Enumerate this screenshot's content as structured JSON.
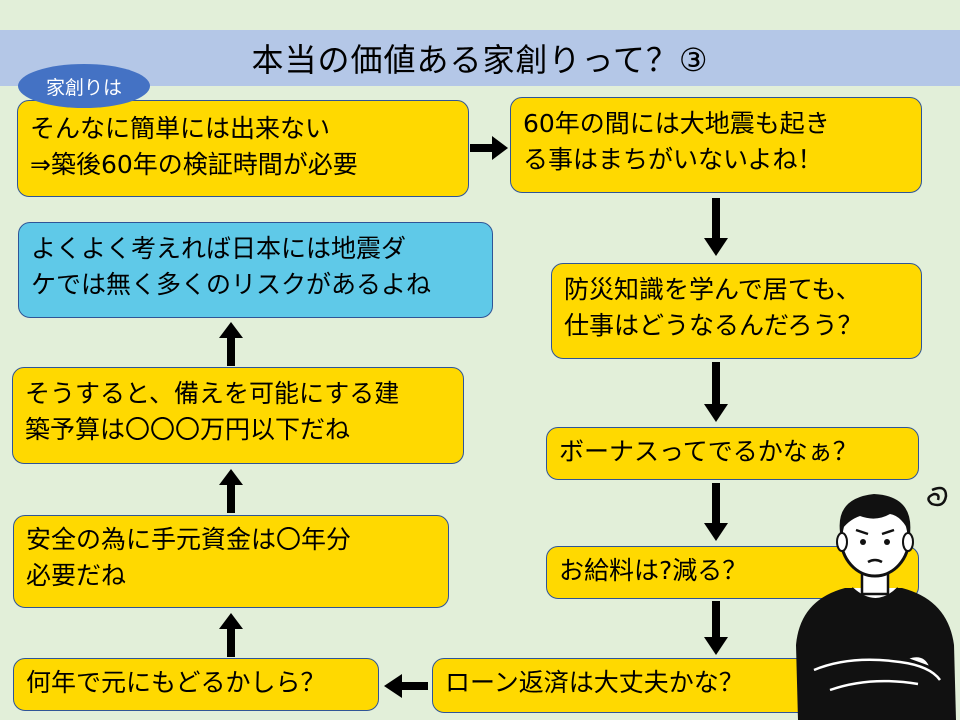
{
  "title": "本当の価値ある家創りって？③",
  "badge": "家創りは",
  "boxes": {
    "b1": "そんなに簡単には出来ない\n⇒築後60年の検証時間が必要",
    "b2": "60年の間には大地震も起き\nる事はまちがいないよね！",
    "b3": "防災知識を学んで居ても、\n仕事はどうなるんだろう？",
    "b4": "ボーナスってでるかなぁ？",
    "b5": "お給料は?減る？",
    "b6": "ローン返済は大丈夫かな？",
    "b7": "何年で元にもどるかしら？",
    "b8": "安全の為に手元資金は〇年分\n必要だね",
    "b9": "そうすると、備えを可能にする建\n築予算は〇〇〇万円以下だね",
    "b10": "よくよく考えれば日本には地震ダ\nケでは無く多くのリスクがあるよね"
  },
  "colors": {
    "background": "#e2efd9",
    "title_bar": "#b4c7e7",
    "box_yellow": "#ffd900",
    "box_blue": "#5fc9e8",
    "badge": "#4472c4"
  }
}
